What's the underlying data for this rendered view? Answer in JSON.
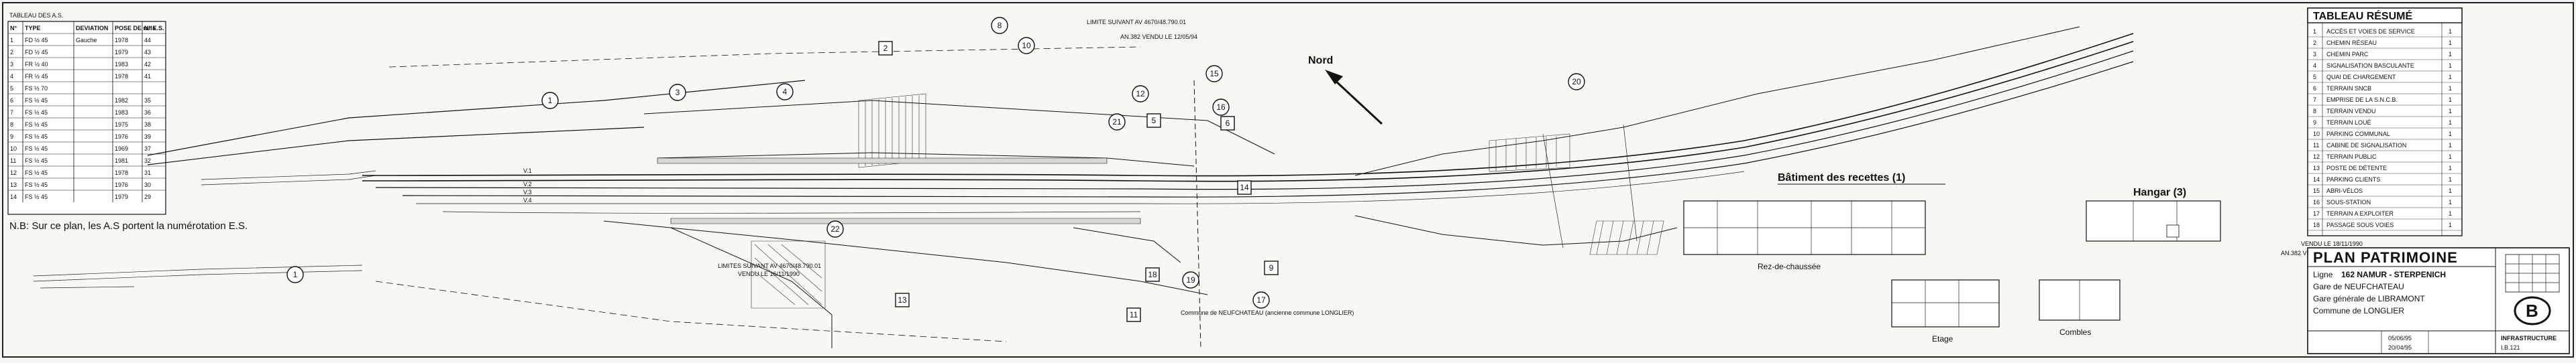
{
  "left_table": {
    "title": "TABLEAU DES A.S.",
    "headers": [
      "N°",
      "TYPE",
      "DEVIATION",
      "POSE DE rails",
      "N° E.S."
    ],
    "rows": [
      [
        "1",
        "FD ½ 45",
        "Gauche",
        "1978",
        "44"
      ],
      [
        "2",
        "FD ½ 45",
        "",
        "1979",
        "43"
      ],
      [
        "3",
        "FR ½ 40",
        "",
        "1983",
        "42"
      ],
      [
        "4",
        "FR ½ 45",
        "",
        "1978",
        "41"
      ],
      [
        "5",
        "FS ½ 70",
        "",
        "",
        ""
      ],
      [
        "6",
        "FS ½ 45",
        "",
        "1982",
        "35"
      ],
      [
        "7",
        "FS ½ 45",
        "",
        "1983",
        "36"
      ],
      [
        "8",
        "FS ½ 45",
        "",
        "1975",
        "38"
      ],
      [
        "9",
        "FS ½ 45",
        "",
        "1976",
        "39"
      ],
      [
        "10",
        "FS ½ 45",
        "",
        "1969",
        "37"
      ],
      [
        "11",
        "FS ½ 45",
        "",
        "1981",
        "32"
      ],
      [
        "12",
        "FS ½ 45",
        "",
        "1978",
        "31"
      ],
      [
        "13",
        "FS ½ 45",
        "",
        "1976",
        "30"
      ],
      [
        "14",
        "FS ½ 45",
        "",
        "1979",
        "29"
      ]
    ]
  },
  "note": "N.B: Sur ce plan, les A.S portent la numérotation E.S.",
  "plan_labels": {
    "north": "Nord",
    "limit_top": "LIMITE SUIVANT AV 4670/48.790.01",
    "limit_top_sub": "AN.382 VENDU LE 12/05/94",
    "limit_bottom": "LIMITES SUIVANT AV 4670/48.790.01",
    "limit_bottom_sub": "VENDU LE 16/11/1990",
    "commune": "Commune de NEUFCHATEAU (ancienne commune LONGLIER)",
    "batiment": "Bâtiment des recettes (1)",
    "hangar": "Hangar (3)",
    "rez": "Rez-de-chaussée",
    "etage": "Etage",
    "combles": "Combles",
    "vendu_right": "VENDU LE 18/11/1990",
    "vendu_right_sub": "AN.382 VENDU LE 12/05/94",
    "tracks": [
      "V.1",
      "V.2",
      "V.3",
      "V.4"
    ]
  },
  "circle_labels": [
    "1",
    "1",
    "3",
    "4",
    "8",
    "10",
    "12",
    "15",
    "16",
    "17",
    "19",
    "20",
    "21",
    "22"
  ],
  "square_labels": [
    "2",
    "5",
    "6",
    "9",
    "11",
    "13",
    "14",
    "18"
  ],
  "summary": {
    "title": "TABLEAU RÉSUMÉ",
    "rows": [
      [
        "1",
        "ACCÈS ET VOIES DE SERVICE",
        "1"
      ],
      [
        "2",
        "CHEMIN RÉSEAU",
        "1"
      ],
      [
        "3",
        "CHEMIN PARC",
        "1"
      ],
      [
        "4",
        "SIGNALISATION BASCULANTE",
        "1"
      ],
      [
        "5",
        "QUAI DE CHARGEMENT",
        "1"
      ],
      [
        "6",
        "TERRAIN SNCB",
        "1"
      ],
      [
        "7",
        "EMPRISE DE LA S.N.C.B.",
        "1"
      ],
      [
        "8",
        "TERRAIN VENDU",
        "1"
      ],
      [
        "9",
        "TERRAIN LOUÉ",
        "1"
      ],
      [
        "10",
        "PARKING COMMUNAL",
        "1"
      ],
      [
        "11",
        "CABINE DE SIGNALISATION",
        "1"
      ],
      [
        "12",
        "TERRAIN PUBLIC",
        "1"
      ],
      [
        "13",
        "POSTE DE DÉTENTE",
        "1"
      ],
      [
        "14",
        "PARKING CLIENTS",
        "1"
      ],
      [
        "15",
        "ABRI-VÉLOS",
        "1"
      ],
      [
        "16",
        "SOUS-STATION",
        "1"
      ],
      [
        "17",
        "TERRAIN A EXPLOITER",
        "1"
      ],
      [
        "18",
        "PASSAGE SOUS VOIES",
        "1"
      ]
    ]
  },
  "title_block": {
    "title": "PLAN PATRIMOINE",
    "line_label": "Ligne",
    "line": "162 NAMUR - STERPENICH",
    "gare": "Gare de NEUFCHATEAU",
    "district": "Gare générale de LIBRAMONT",
    "commune": "Commune de LONGLIER",
    "logo": "B",
    "dept": "INFRASTRUCTURE",
    "date1": "05/06/95",
    "date2": "20/04/95",
    "code": "I.B.121"
  }
}
